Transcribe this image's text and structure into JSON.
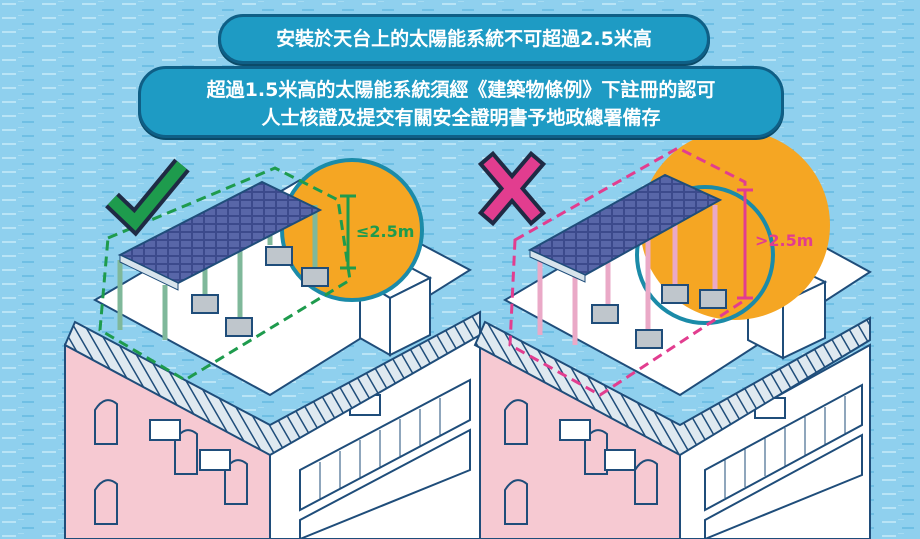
{
  "notice": {
    "line1": "安裝於天台上的太陽能系統不可超過2.5米高",
    "line2a": "超過1.5米高的太陽能系統須經《建築物條例》下註冊的認可",
    "line2b": "人士核證及提交有關安全證明書予地政總署備存"
  },
  "examples": {
    "allowed": {
      "mark": "check-mark",
      "height_label": "≤2.5m",
      "color": "#1e9b4d"
    },
    "not_allowed": {
      "mark": "cross-mark",
      "height_label": ">2.5m",
      "color": "#e23d8f"
    }
  },
  "colors": {
    "background": "#8fd0ee",
    "banner": "#1e9bc4",
    "building": "#f6c9d2",
    "sun": "#f5a623",
    "ring": "#1b8ba8"
  }
}
